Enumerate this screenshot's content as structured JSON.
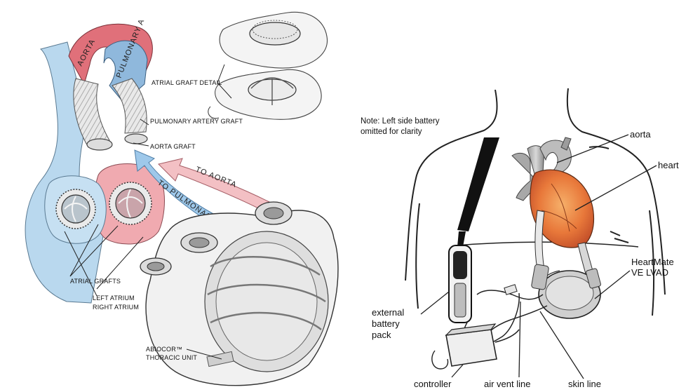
{
  "left_diagram": {
    "labels": {
      "atrial_graft_detail": "ATRIAL GRAFT DETAIL",
      "pulmonary_artery_graft": "PULMONARY ARTERY GRAFT",
      "aorta_graft": "AORTA GRAFT",
      "atrial_grafts": "ATRIAL GRAFTS",
      "left_atrium": "LEFT ATRIUM",
      "right_atrium": "RIGHT ATRIUM",
      "thoracic_unit_line1": "ABIOCOR™",
      "thoracic_unit_line2": "THORACIC UNIT"
    },
    "vessel_text": {
      "aorta": "AORTA",
      "pulmonary_a": "PULMONARY A",
      "to_aorta": "TO AORTA",
      "to_pulmonary": "TO PULMONARY"
    },
    "colors": {
      "aorta": "#e0707a",
      "pulmonary": "#8fb8dc",
      "vein_blue": "#b9d8ee",
      "atrium_pink": "#f0aab0",
      "arrow_blue": "#9ec8ea",
      "arrow_pink": "#f3c0c4"
    }
  },
  "right_diagram": {
    "note_line1": "Note: Left side battery",
    "note_line2": "omitted for clarity",
    "labels": {
      "aorta": "aorta",
      "heart": "heart",
      "lvad_line1": "HeartMate",
      "lvad_line2": "VE LVAD",
      "battery_line1": "external",
      "battery_line2": "battery",
      "battery_line3": "pack",
      "controller": "controller",
      "air_vent_line": "air vent line",
      "skin_line": "skin line"
    },
    "colors": {
      "heart": "#e8783a",
      "strap": "#111111"
    }
  }
}
